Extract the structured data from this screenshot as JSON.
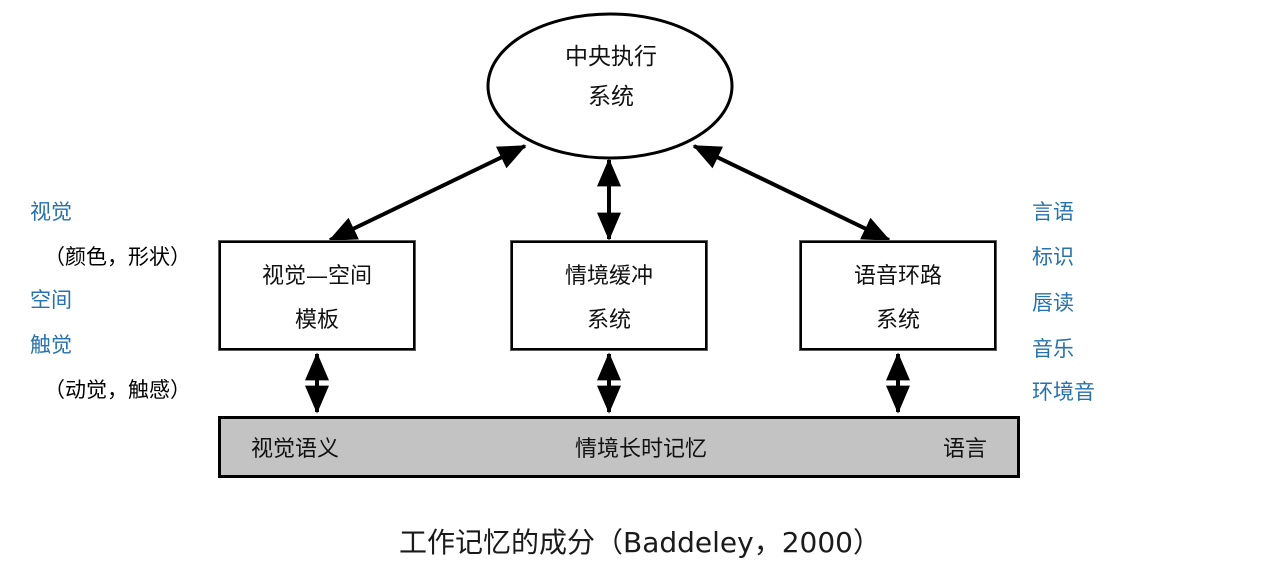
{
  "diagram": {
    "central_executive": {
      "line1": "中央执行",
      "line2": "系统"
    },
    "components": [
      {
        "id": "visuospatial",
        "line1": "视觉—空间",
        "line2": "模板"
      },
      {
        "id": "episodic",
        "line1": "情境缓冲",
        "line2": "系统"
      },
      {
        "id": "phonological",
        "line1": "语音环路",
        "line2": "系统"
      }
    ],
    "long_term_memory_bar": {
      "cells": [
        "视觉语义",
        "情境长时记忆",
        "语言"
      ],
      "arrow_glyph": "⟷",
      "fill_color": "#c3c3c3",
      "border_color": "#000000"
    },
    "left_labels": [
      {
        "text": "视觉",
        "color": "#2472b0"
      },
      {
        "text": "（颜色，形状）",
        "color": "#000000"
      },
      {
        "text": "空间",
        "color": "#2472b0"
      },
      {
        "text": "触觉",
        "color": "#2472b0"
      },
      {
        "text": "（动觉，触感）",
        "color": "#000000"
      }
    ],
    "right_labels": [
      {
        "text": "言语",
        "color": "#2472b0"
      },
      {
        "text": "标识",
        "color": "#2472b0"
      },
      {
        "text": "唇读",
        "color": "#2472b0"
      },
      {
        "text": "音乐",
        "color": "#2472b0"
      },
      {
        "text": "环境音",
        "color": "#2472b0"
      }
    ],
    "caption": "工作记忆的成分（Baddeley，2000）",
    "colors": {
      "accent_blue": "#2472b0",
      "stroke": "#000000",
      "bar_gray": "#c3c3c3",
      "background": "#ffffff"
    }
  }
}
